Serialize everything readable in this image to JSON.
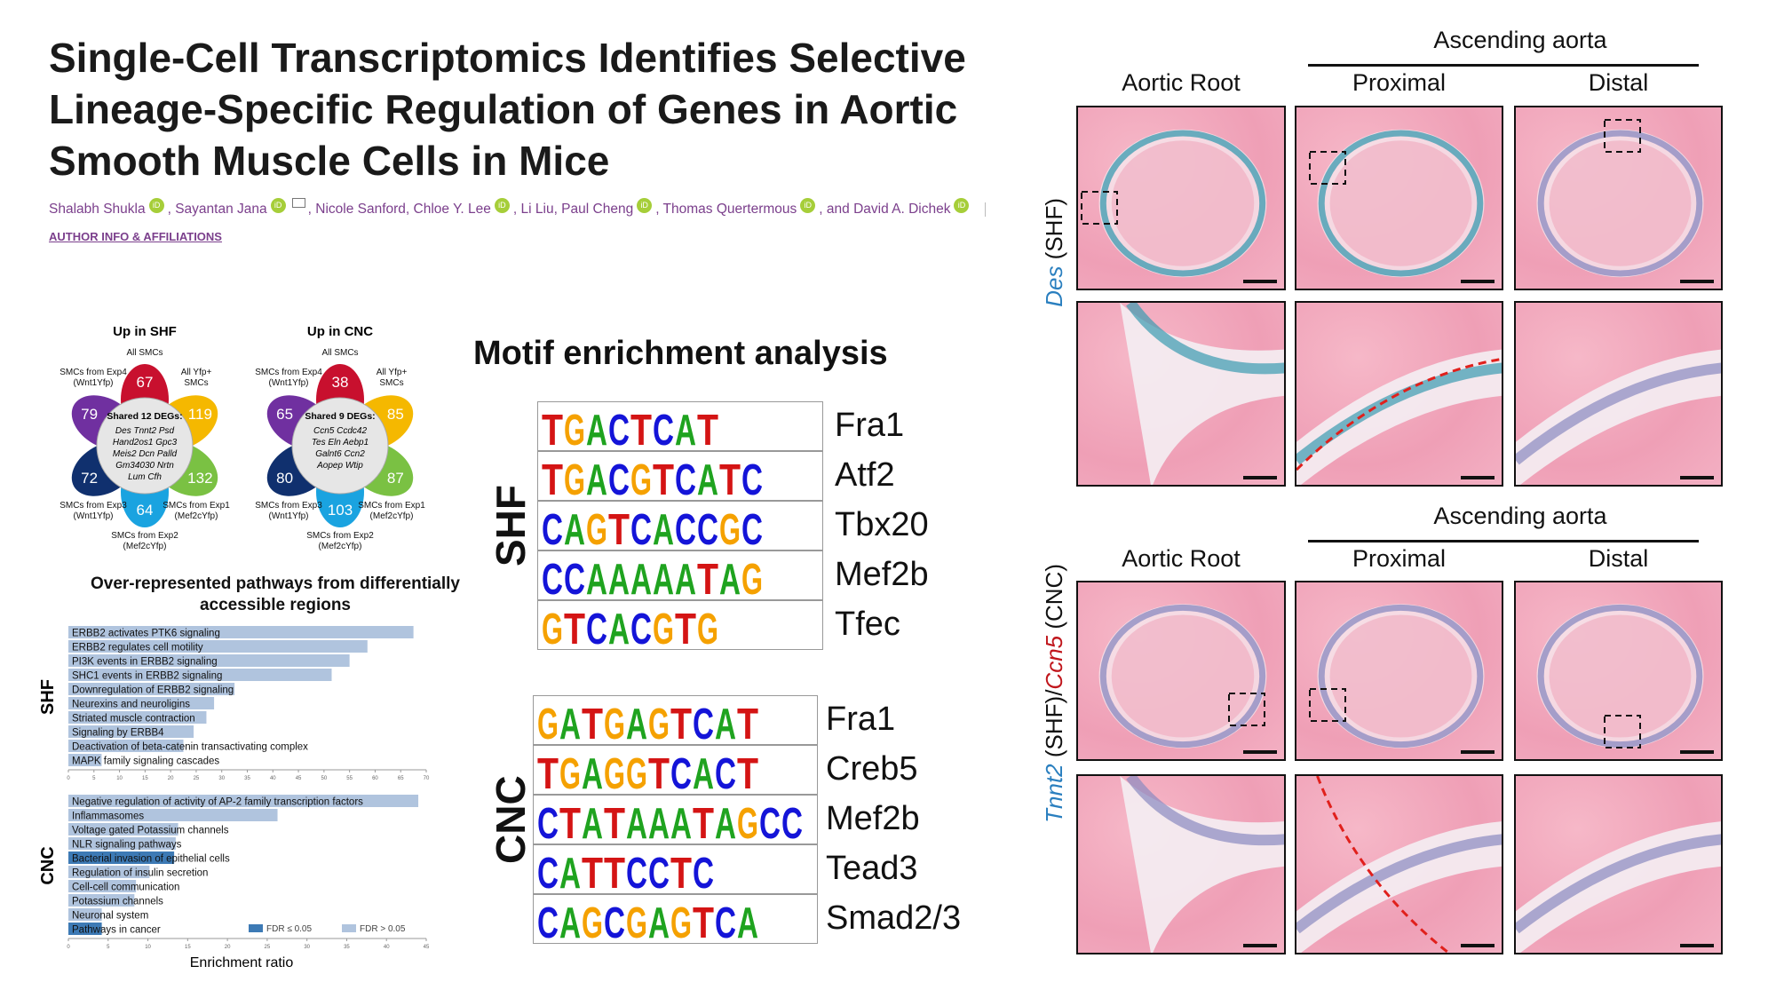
{
  "article": {
    "title": "Single-Cell Transcriptomics Identifies Selective Lineage-Specific Regulation of Genes in Aortic Smooth Muscle Cells in Mice",
    "authors": [
      "Shalabh Shukla",
      "Sayantan Jana",
      "Nicole Sanford, Chloe Y. Lee",
      "Li Liu, Paul Cheng",
      "Thomas Quertermous",
      "and David A. Dichek"
    ],
    "author_info_link": "AUTHOR INFO & AFFILIATIONS",
    "orcid_badge": "iD"
  },
  "venn": [
    {
      "title": "Up in SHF",
      "shared_title": "Shared 12 DEGs:",
      "genes": [
        "Des  Tnnt2  Psd",
        "Hand2os1  Gpc3",
        "Meis2  Dcn  Palld",
        "Gm34030  Nrtn",
        "Lum  Cfh"
      ],
      "petals": [
        {
          "label": "All SMCs",
          "count": "67",
          "color": "#c8102e"
        },
        {
          "label": "All Yfp+ SMCs",
          "count": "119",
          "color": "#f5b800"
        },
        {
          "label": "SMCs from Exp1 (Mef2cYfp)",
          "count": "132",
          "color": "#7ac143"
        },
        {
          "label": "SMCs from Exp2 (Mef2cYfp)",
          "count": "64",
          "color": "#1aa3e0"
        },
        {
          "label": "SMCs from Exp3 (Wnt1Yfp)",
          "count": "72",
          "color": "#10306e"
        },
        {
          "label": "SMCs from Exp4 (Wnt1Yfp)",
          "count": "79",
          "color": "#7030a0"
        }
      ]
    },
    {
      "title": "Up in CNC",
      "shared_title": "Shared 9 DEGs:",
      "genes": [
        "Ccn5  Ccdc42",
        "Tes  Eln  Aebp1",
        "Galnt6  Ccn2",
        "Aopep  Wtip"
      ],
      "petals": [
        {
          "label": "All SMCs",
          "count": "38",
          "color": "#c8102e"
        },
        {
          "label": "All Yfp+ SMCs",
          "count": "85",
          "color": "#f5b800"
        },
        {
          "label": "SMCs from Exp1 (Mef2cYfp)",
          "count": "87",
          "color": "#7ac143"
        },
        {
          "label": "SMCs from Exp2 (Mef2cYfp)",
          "count": "103",
          "color": "#1aa3e0"
        },
        {
          "label": "SMCs from Exp3 (Wnt1Yfp)",
          "count": "80",
          "color": "#10306e"
        },
        {
          "label": "SMCs from Exp4 (Wnt1Yfp)",
          "count": "65",
          "color": "#7030a0"
        }
      ]
    }
  ],
  "chart_data": [
    {
      "type": "bar",
      "orientation": "horizontal",
      "title": "Over-represented pathways from differentially accessible regions",
      "group": "SHF",
      "categories": [
        "ERBB2 activates PTK6 signaling",
        "ERBB2 regulates cell motility",
        "PI3K events in ERBB2 signaling",
        "SHC1 events in ERBB2 signaling",
        "Downregulation of ERBB2 signaling",
        "Neurexins and neuroligins",
        "Striated muscle contraction",
        "Signaling by ERBB4",
        "Deactivation of beta-catenin transactivating complex",
        "MAPK family signaling cascades"
      ],
      "values": [
        67.5,
        58.5,
        55,
        51.5,
        32.5,
        28.5,
        27,
        24.5,
        22.5,
        6.5
      ],
      "significant": [
        false,
        false,
        false,
        false,
        false,
        false,
        false,
        false,
        false,
        false
      ],
      "xlim": [
        0,
        70
      ],
      "xticks": [
        0,
        5,
        10,
        15,
        20,
        25,
        30,
        35,
        40,
        45,
        50,
        55,
        60,
        65,
        70
      ]
    },
    {
      "type": "bar",
      "orientation": "horizontal",
      "group": "CNC",
      "xlabel": "Enrichment ratio",
      "categories": [
        "Negative regulation of activity of AP-2 family transcription factors",
        "Inflammasomes",
        "Voltage gated Potassium channels",
        "NLR signaling pathways",
        "Bacterial invasion of epithelial cells",
        "Regulation of insulin secretion",
        "Cell-cell communication",
        "Potassium channels",
        "Neuronal system",
        "Pathways in cancer"
      ],
      "values": [
        44,
        26.3,
        13.8,
        13.5,
        13.3,
        10.2,
        8.5,
        8.3,
        4.2,
        4.2
      ],
      "significant": [
        false,
        false,
        false,
        false,
        true,
        false,
        false,
        false,
        false,
        true
      ],
      "xlim": [
        0,
        45
      ],
      "xticks": [
        0,
        5,
        10,
        15,
        20,
        25,
        30,
        35,
        40,
        45
      ],
      "legend": [
        {
          "label": "FDR ≤ 0.05",
          "color": "#3d7ab5"
        },
        {
          "label": "FDR > 0.05",
          "color": "#b0c4de"
        }
      ],
      "legend_position": "bottom-right"
    }
  ],
  "motifs": {
    "title": "Motif enrichment analysis",
    "groups": [
      {
        "label": "SHF",
        "rows": [
          {
            "name": "Fra1",
            "seq": "TGACTCAT"
          },
          {
            "name": "Atf2",
            "seq": "TGACGTCATC"
          },
          {
            "name": "Tbx20",
            "seq": "CAGTCACCGC"
          },
          {
            "name": "Mef2b",
            "seq": "CCAAAAATAG"
          },
          {
            "name": "Tfec",
            "seq": "GTCACGTG"
          }
        ]
      },
      {
        "label": "CNC",
        "rows": [
          {
            "name": "Fra1",
            "seq": "GATGAGTCAT"
          },
          {
            "name": "Creb5",
            "seq": "TGAGGTCACT"
          },
          {
            "name": "Mef2b",
            "seq": "CTATAAATAGCC"
          },
          {
            "name": "Tead3",
            "seq": "CATTCCTC"
          },
          {
            "name": "Smad2/3",
            "seq": "CAGCGAGTCA"
          }
        ]
      }
    ],
    "colors": {
      "A": "#1fa31f",
      "C": "#1414d8",
      "G": "#f5a100",
      "T": "#d41414"
    }
  },
  "histology": {
    "blocks": [
      {
        "group_header": "Ascending aorta",
        "columns": [
          "Aortic Root",
          "Proximal",
          "Distal"
        ],
        "side_label_gene": "Des",
        "side_label_rest": " (SHF)"
      },
      {
        "group_header": "Ascending aorta",
        "columns": [
          "Aortic Root",
          "Proximal",
          "Distal"
        ],
        "side_label_gene": "Tnnt2",
        "side_label_mid": " (SHF)/",
        "side_label_gene2": "Ccn5",
        "side_label_rest": " (CNC)"
      }
    ]
  }
}
